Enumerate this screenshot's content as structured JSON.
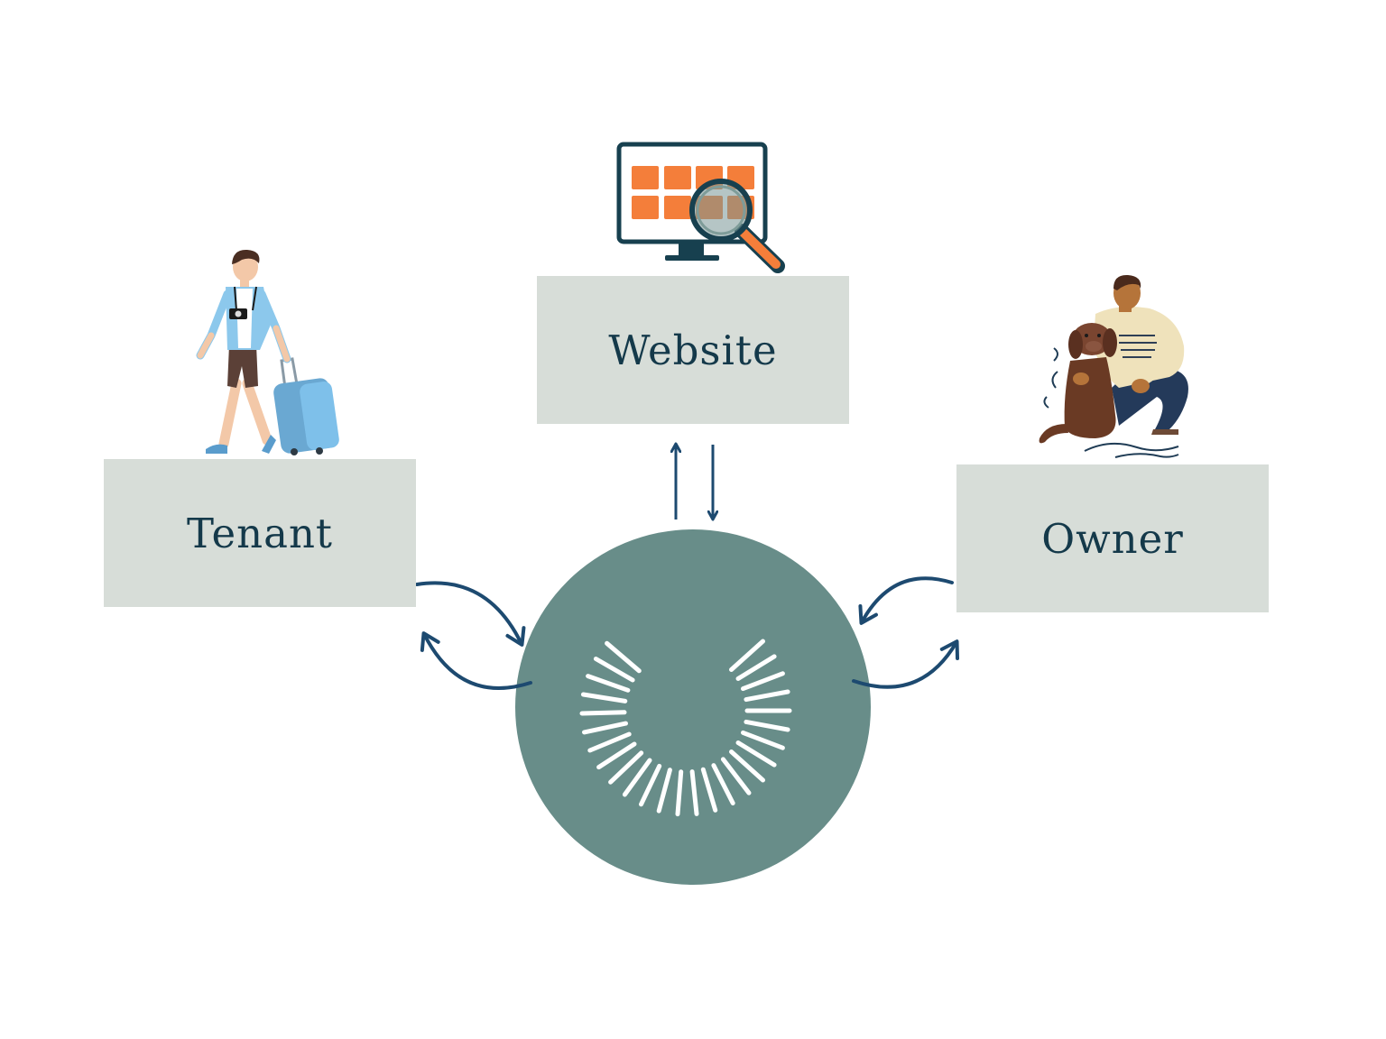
{
  "nodes": {
    "website": {
      "label": "Website"
    },
    "tenant": {
      "label": "Tenant"
    },
    "owner": {
      "label": "Owner"
    }
  },
  "colors": {
    "box_fill": "#d7ddd8",
    "label_text": "#14394a",
    "hub_fill": "#688d89",
    "arrow": "#1d4a70",
    "monitor_tiles": "#f47e3a"
  },
  "icons": {
    "website": "monitor-with-magnifier-icon",
    "tenant": "traveler-with-suitcase-illustration",
    "owner": "man-with-dog-illustration",
    "hub": "loading-c-logo-icon"
  }
}
